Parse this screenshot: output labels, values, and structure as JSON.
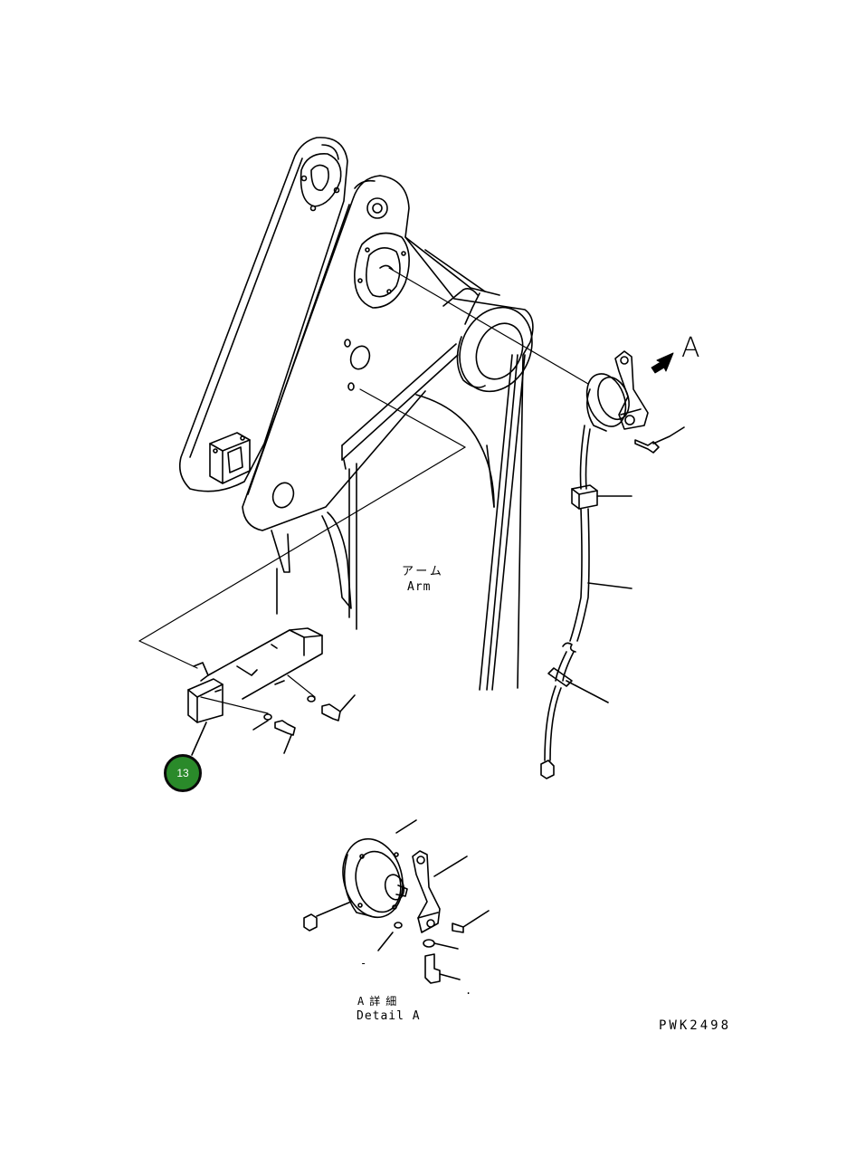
{
  "labels": {
    "arm_ja": "アーム",
    "arm_en": "Arm",
    "view_a": "A",
    "detail_ja": "A詳細",
    "detail_en": "Detail A",
    "drawing_no": "PWK2498",
    "stray_dash": "-",
    "stray_dot": "."
  },
  "callouts": [
    {
      "number": "13",
      "color": "#2a8a2a"
    }
  ],
  "colors": {
    "line": "#000000",
    "background": "#ffffff"
  }
}
